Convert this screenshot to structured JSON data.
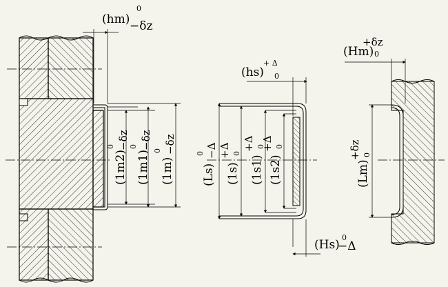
{
  "labels": {
    "hm": "(hm)",
    "hm_upper": "0",
    "hm_lower": "−δz",
    "hs": "(hs)",
    "hs_upper": "+ Δ",
    "hs_lower": "0",
    "Hm": "(Hm)",
    "Hm_upper": "+δz",
    "Hm_lower": "0",
    "Hs": "(Hs)",
    "Hs_upper": "0",
    "Hs_lower": "−Δ",
    "lm2": "(1m2)",
    "lm2_tol_upper": "0",
    "lm2_tol_lower": "−δz",
    "lm1": "(1m1)",
    "lm1_tol_upper": "0",
    "lm1_tol_lower": "−δz",
    "lm": "(1m)",
    "lm_tol_upper": "0",
    "lm_tol_lower": "−δz",
    "Ls": "(Ls)",
    "Ls_tol_upper": "0",
    "Ls_tol_lower": "−Δ",
    "ls": "(1s)",
    "ls_tol_upper": "+Δ",
    "ls_tol_lower": "0",
    "ls1": "(1s1)",
    "ls1_tol_upper": "+Δ",
    "ls1_tol_lower": "0",
    "ls2": "(1s2)",
    "ls2_tol_upper": "+Δ",
    "ls2_tol_lower": "0",
    "Lm": "(Lm)",
    "Lm_tol_upper": "+δz",
    "Lm_tol_lower": "0"
  }
}
